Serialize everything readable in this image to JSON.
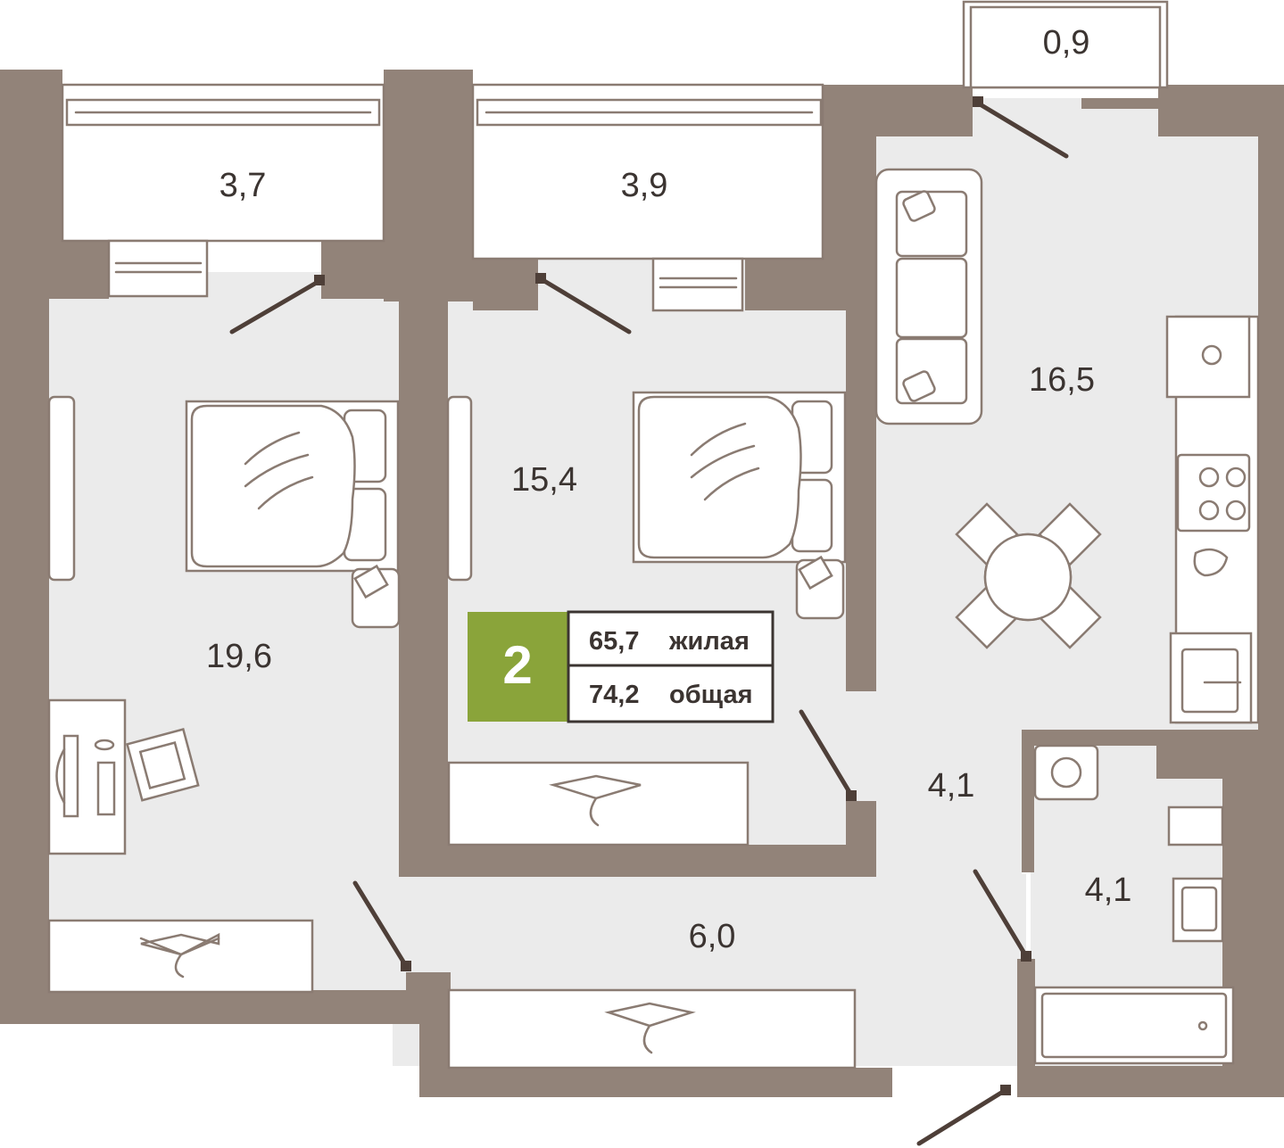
{
  "rooms": [
    {
      "id": "balcony-left",
      "area": "3,7"
    },
    {
      "id": "balcony-middle",
      "area": "3,9"
    },
    {
      "id": "balcony-small",
      "area": "0,9"
    },
    {
      "id": "kitchen-living",
      "area": "16,5"
    },
    {
      "id": "bedroom-middle",
      "area": "15,4"
    },
    {
      "id": "bedroom-left",
      "area": "19,6"
    },
    {
      "id": "hall",
      "area": "4,1"
    },
    {
      "id": "bathroom",
      "area": "4,1"
    },
    {
      "id": "corridor",
      "area": "6,0"
    }
  ],
  "info": {
    "rooms_count": "2",
    "living_area": "65,7",
    "living_label": "жилая",
    "total_area": "74,2",
    "total_label": "общая"
  },
  "colors": {
    "wall": "#928379",
    "floor": "#ebebeb",
    "accent": "#8aa43a",
    "furniture_stroke": "#8a7b72",
    "door": "#4e3f38"
  }
}
